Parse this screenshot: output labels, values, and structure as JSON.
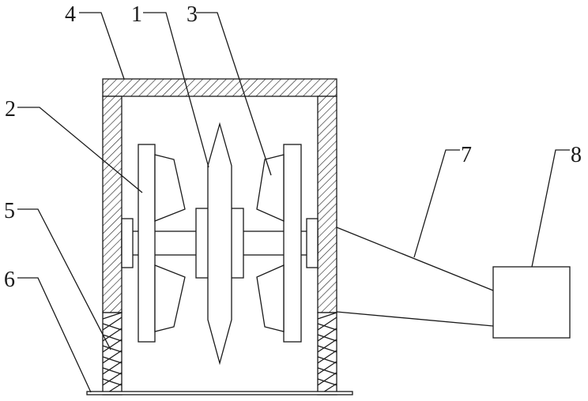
{
  "diagram": {
    "labels": {
      "n1": "1",
      "n2": "2",
      "n3": "3",
      "n4": "4",
      "n5": "5",
      "n6": "6",
      "n7": "7",
      "n8": "8"
    },
    "colors": {
      "stroke": "#1a1a1a",
      "background": "#ffffff"
    }
  }
}
